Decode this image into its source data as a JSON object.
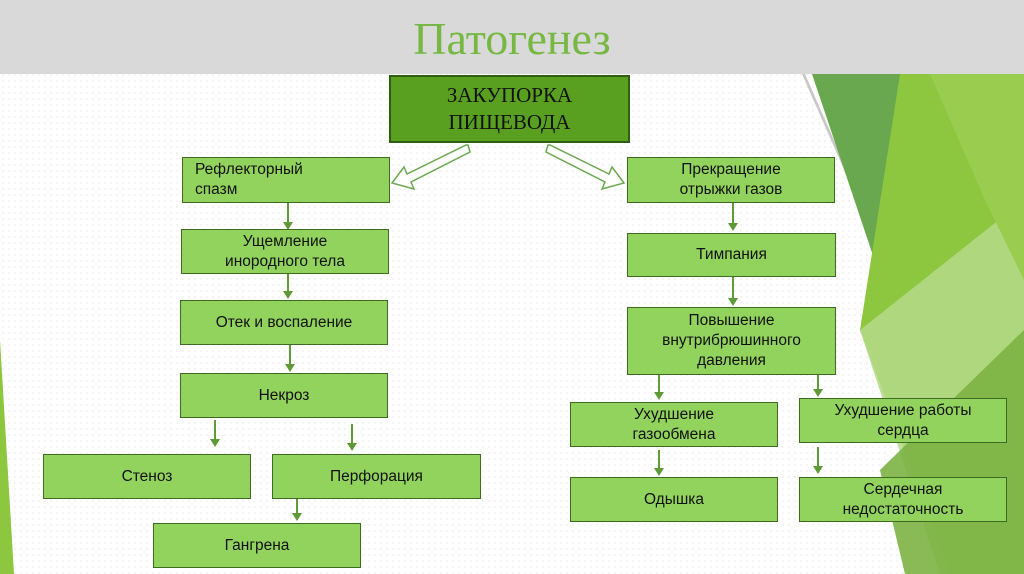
{
  "title": "Патогенез",
  "colors": {
    "title": "#77b843",
    "box_fill": "#92d35e",
    "root_fill": "#5aa020",
    "arrow": "#5e9a35"
  },
  "nodes": {
    "root": "ЗАКУПОРКА ПИЩЕВОДА",
    "reflex_spasm": "Рефлекторный спазм",
    "foreign_body": "Ущемление инородного тела",
    "edema": "Отек и воспаление",
    "necrosis": "Некроз",
    "stenosis": "Стеноз",
    "perforation": "Перфорация",
    "gangrene": "Гангрена",
    "gas_stop": "Прекращение отрыжки газов",
    "tympania": "Тимпания",
    "pressure": "Повышение внутрибрюшинного давления",
    "gas_exchange": "Ухудшение газообмена",
    "dyspnea": "Одышка",
    "heart": "Ухудшение работы сердца",
    "heart_failure": "Сердечная недостаточность"
  }
}
